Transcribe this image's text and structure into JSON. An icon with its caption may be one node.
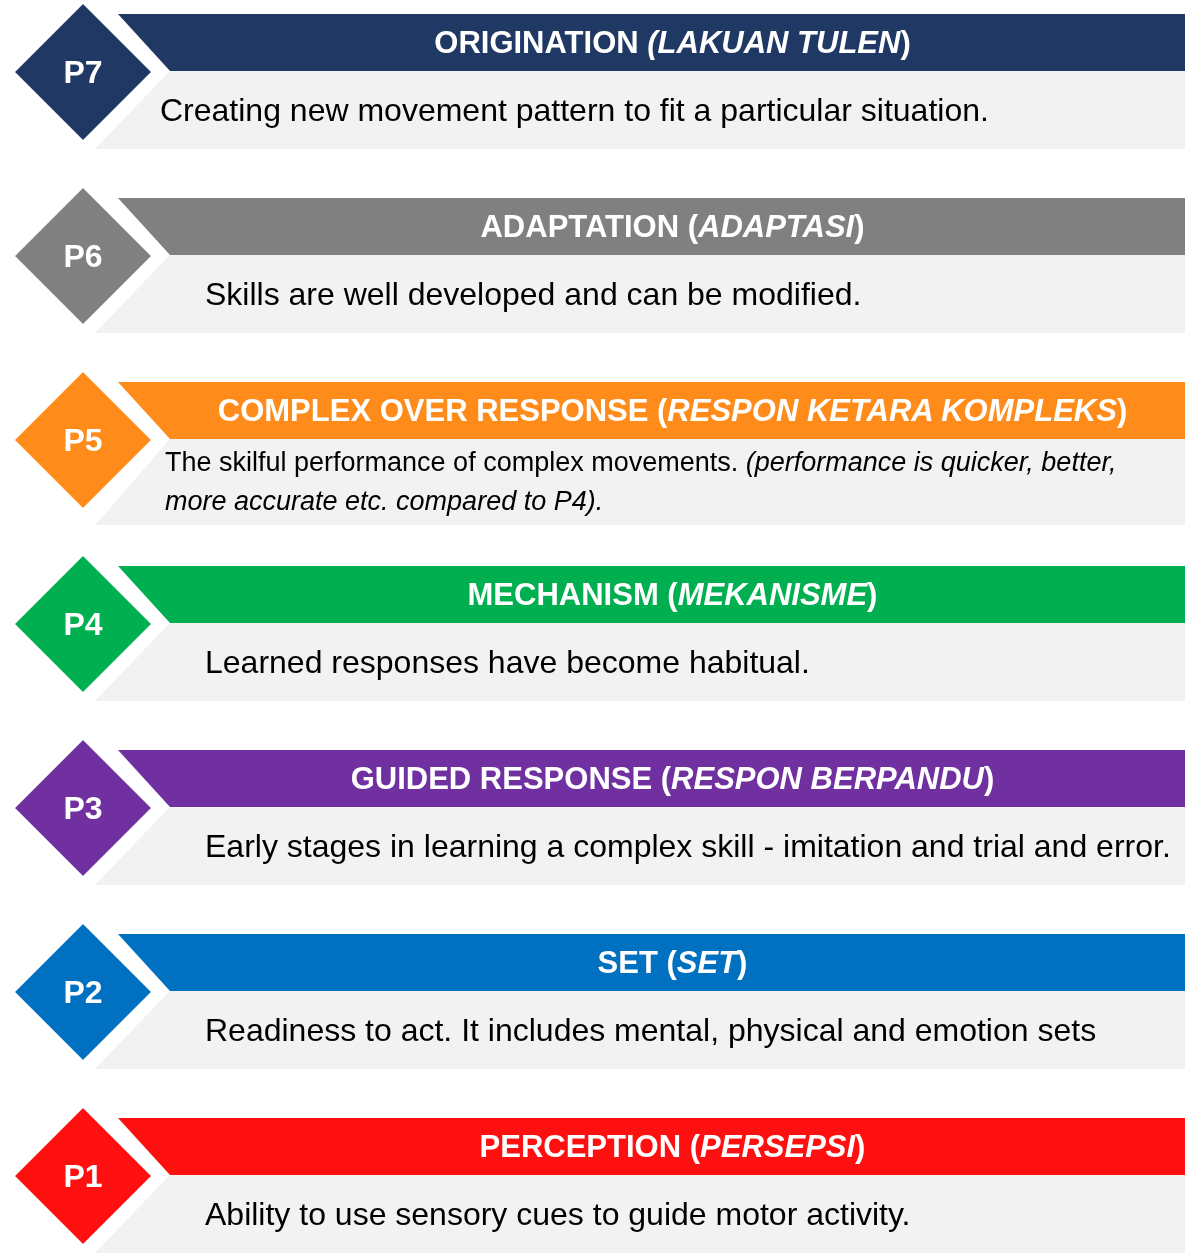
{
  "diagram": {
    "nodes": [
      {
        "text": [
          "P7"
        ]
      },
      {
        "text": [
          "ORIGINATION *(LAKUAN TULEN*)",
          "Creating new movement pattern to fit a particular situation."
        ]
      },
      {
        "text": [
          "P6"
        ]
      },
      {
        "text": [
          "ADAPTATION (*ADAPTASI*)",
          "Skills are well developed and can be modified."
        ]
      },
      {
        "text": [
          "P5"
        ]
      },
      {
        "text": [
          "COMPLEX OVER RESPONSE (*RESPON KETARA KOMPLEKS*)",
          "The skilful performance of complex movements. *(performance is quicker, better, more accurate etc. compared to P4).*"
        ]
      },
      {
        "text": [
          "P4"
        ]
      },
      {
        "text": [
          "MECHANISM (*MEKANISME*)",
          "Learned responses have become habitual."
        ]
      },
      {
        "text": [
          "P3"
        ]
      },
      {
        "text": [
          "GUIDED RESPONSE (*RESPON BERPANDU*)",
          "Early stages in learning a complex skill - imitation and trial and error."
        ]
      },
      {
        "text": [
          "P2"
        ]
      },
      {
        "text": [
          "SET (*SET*)",
          "Readiness to act. It includes mental, physical and emotion sets"
        ]
      },
      {
        "text": [
          "P1"
        ]
      },
      {
        "text": [
          "PERCEPTION (*PERSEPSI*)",
          "Ability to use sensory cues to guide motor activity."
        ]
      }
    ]
  }
}
